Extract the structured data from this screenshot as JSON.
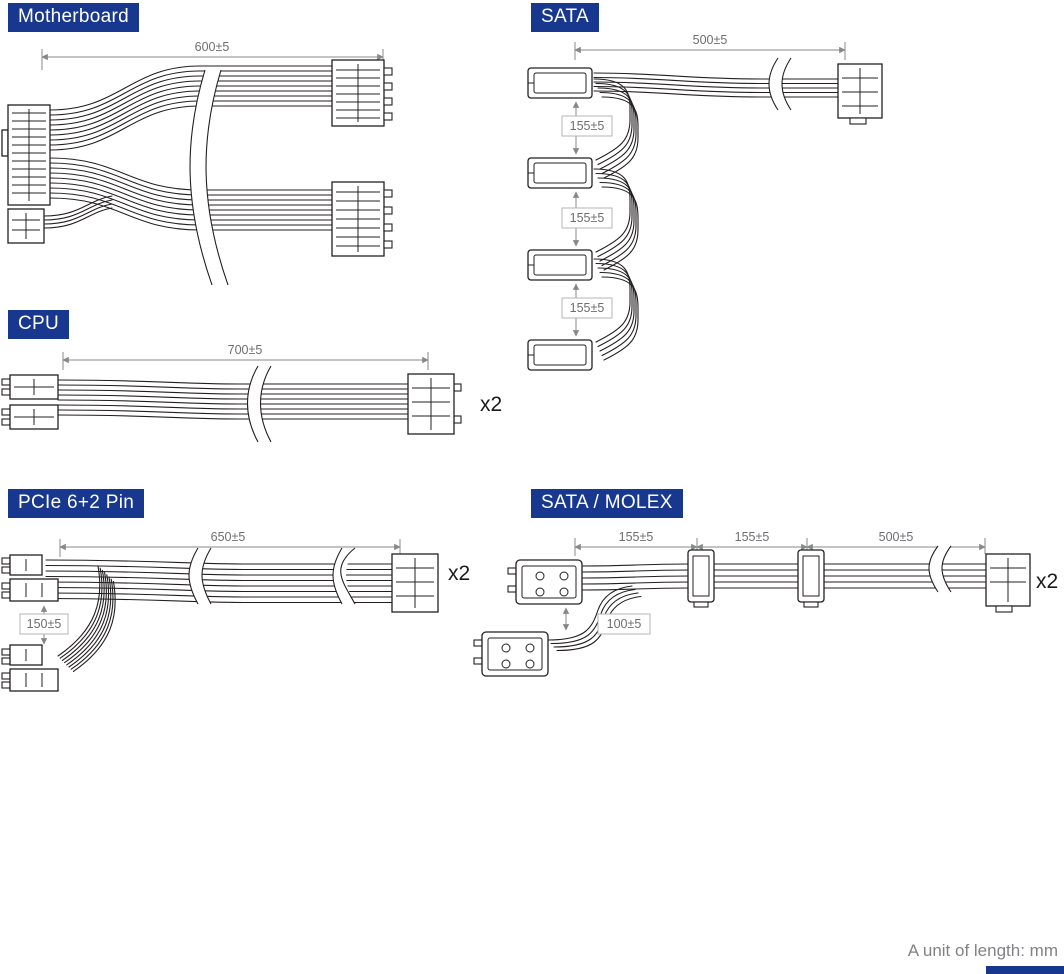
{
  "sections": {
    "motherboard": {
      "label": "Motherboard",
      "length": "600±5"
    },
    "sata": {
      "label": "SATA",
      "length": "500±5",
      "gap1": "155±5",
      "gap2": "155±5",
      "gap3": "155±5"
    },
    "cpu": {
      "label": "CPU",
      "length": "700±5",
      "count": "x2"
    },
    "pcie": {
      "label": "PCIe 6+2 Pin",
      "length": "650±5",
      "branch": "150±5",
      "count": "x2"
    },
    "sata_molex": {
      "label": "SATA / MOLEX",
      "seg1": "155±5",
      "seg2": "155±5",
      "seg3": "500±5",
      "branch": "100±5",
      "count": "x2"
    }
  },
  "footer": {
    "note": "A unit of length: mm"
  },
  "colors": {
    "badge_bg": "#17388e",
    "badge_text": "#ffffff",
    "wire": "#231f20",
    "dimension_line": "#87888a",
    "dimension_text": "#6d6e71"
  }
}
